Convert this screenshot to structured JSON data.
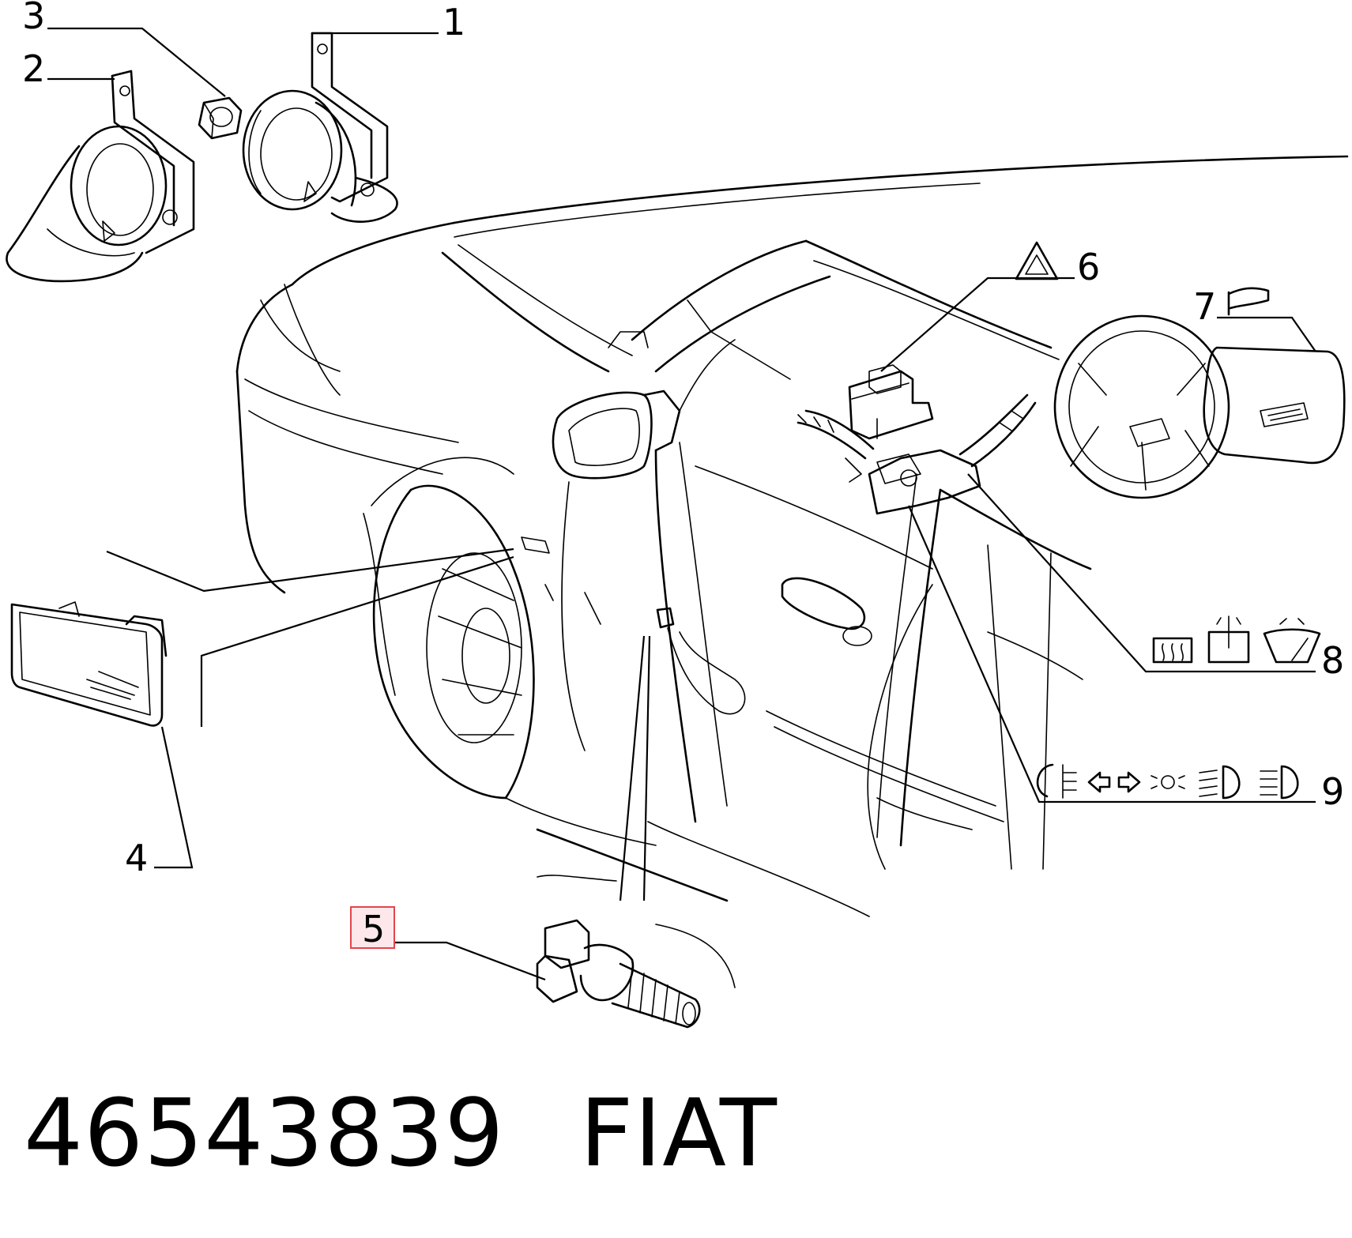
{
  "callouts": [
    {
      "id": "1",
      "label": "1"
    },
    {
      "id": "2",
      "label": "2"
    },
    {
      "id": "3",
      "label": "3"
    },
    {
      "id": "4",
      "label": "4"
    },
    {
      "id": "5",
      "label": "5",
      "highlighted": true
    },
    {
      "id": "6",
      "label": "6"
    },
    {
      "id": "7",
      "label": "7"
    },
    {
      "id": "8",
      "label": "8"
    },
    {
      "id": "9",
      "label": "9"
    }
  ],
  "footer": {
    "part_number": "46543839",
    "brand": "FIAT"
  },
  "colors": {
    "line": "#000000",
    "highlight_border": "#e0464c",
    "highlight_fill": "#fde7ea"
  },
  "icons": [
    "horn-icon",
    "hazard-triangle-icon",
    "rear-defrost-icon",
    "washer-icon",
    "wiper-icon",
    "fog-light-icon",
    "turn-left-icon",
    "turn-right-icon",
    "parking-light-icon",
    "low-beam-icon",
    "high-beam-icon"
  ]
}
